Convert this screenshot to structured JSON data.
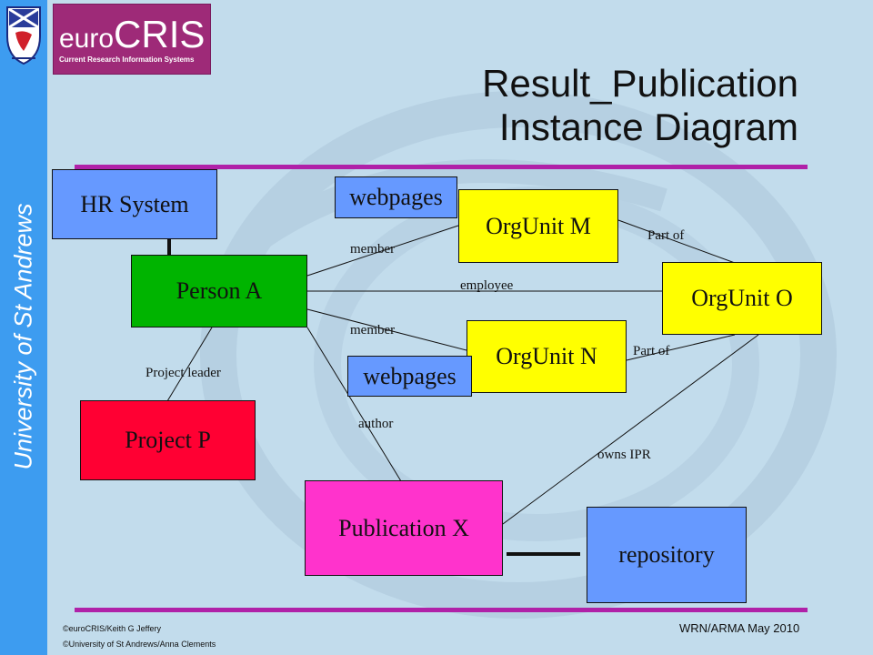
{
  "sidebar": {
    "text": "University of St Andrews"
  },
  "logo": {
    "prefix": "euro",
    "main": "CRIS",
    "tagline": "Current Research Information Systems"
  },
  "title": {
    "line1": "Result_Publication",
    "line2": "Instance Diagram"
  },
  "colors": {
    "sidebar": "#3d9cf0",
    "rule": "#b021a8",
    "yellow": "#ffff00",
    "green": "#00b400",
    "red": "#ff0033",
    "magenta": "#ff33cc",
    "blue": "#6699ff"
  },
  "diagram": {
    "nodes": {
      "hr_system": "HR System",
      "webpages_top": "webpages",
      "orgunit_m": "OrgUnit  M",
      "person_a": "Person A",
      "orgunit_o": "OrgUnit  O",
      "orgunit_n": "OrgUnit  N",
      "webpages_mid": "webpages",
      "project_p": "Project P",
      "publication_x": "Publication X",
      "repository": "repository"
    },
    "edges": {
      "member1": "member",
      "part_of1": "Part of",
      "employee": "employee",
      "member2": "member",
      "part_of2": "Part of",
      "project_leader": "Project leader",
      "author": "author",
      "owns_ipr": "owns IPR"
    }
  },
  "footer": {
    "copyright1": "©euroCRIS/Keith G Jeffery",
    "copyright2": "©University of St Andrews/Anna Clements",
    "event": "WRN/ARMA May 2010"
  }
}
